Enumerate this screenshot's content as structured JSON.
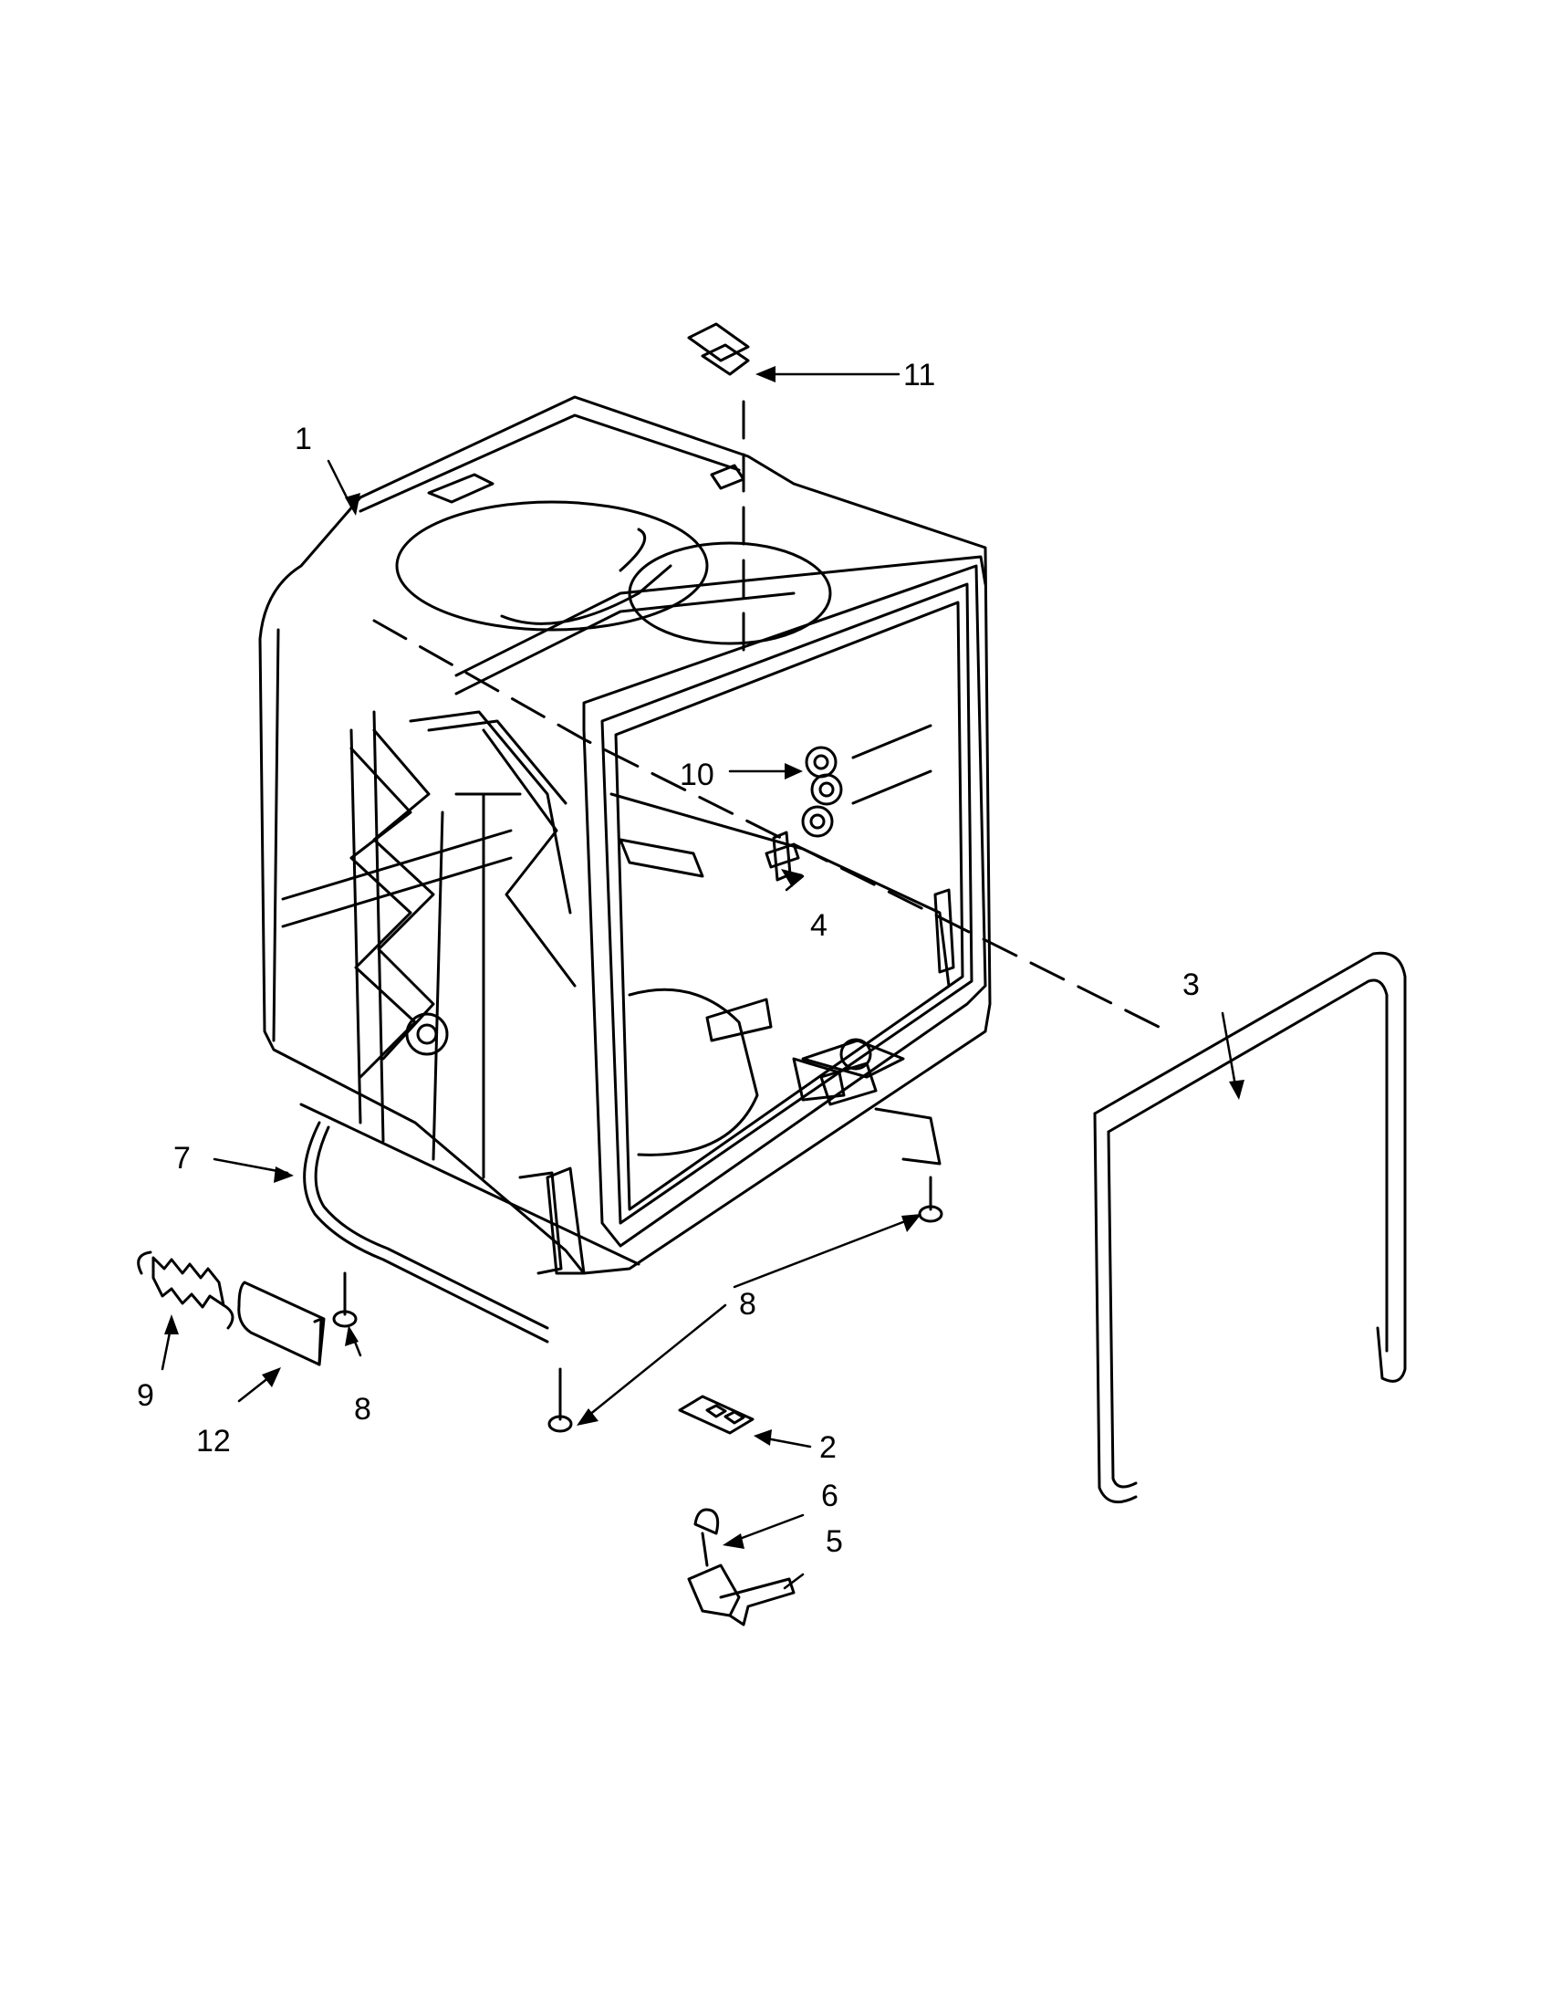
{
  "diagram": {
    "callouts": [
      {
        "id": "tub",
        "label": "1"
      },
      {
        "id": "tub-pad",
        "label": "2"
      },
      {
        "id": "door-gasket",
        "label": "3"
      },
      {
        "id": "screw",
        "label": "4"
      },
      {
        "id": "hinge-bracket",
        "label": "5"
      },
      {
        "id": "hinge-clip",
        "label": "6"
      },
      {
        "id": "cable",
        "label": "7"
      },
      {
        "id": "leveling-leg-front",
        "label": "8"
      },
      {
        "id": "leveling-leg-rear",
        "label": "8"
      },
      {
        "id": "spring",
        "label": "9"
      },
      {
        "id": "clip-10",
        "label": "10"
      },
      {
        "id": "strike-11",
        "label": "11"
      },
      {
        "id": "cap-12",
        "label": "12"
      }
    ]
  }
}
